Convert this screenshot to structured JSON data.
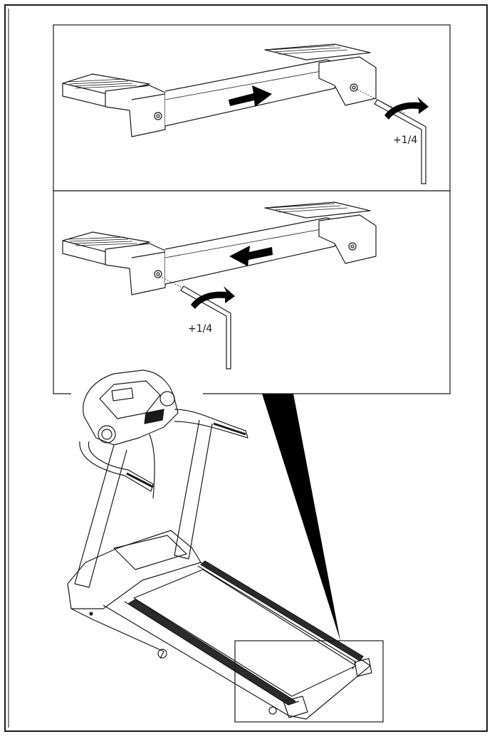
{
  "top_panel": {
    "turn_label": "+1/4",
    "roller_arrow_direction": "right"
  },
  "bottom_panel": {
    "turn_label": "+1/4",
    "roller_arrow_direction": "left"
  },
  "colors": {
    "line": "#1a1a1a",
    "background": "#ffffff",
    "belt": "#2b2b2b"
  }
}
